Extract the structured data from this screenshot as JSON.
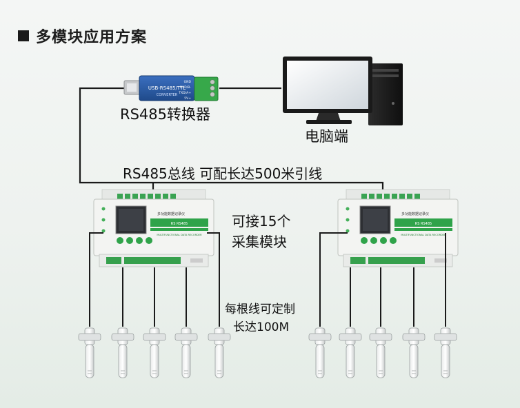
{
  "title": "多模块应用方案",
  "converter": {
    "caption": "RS485转换器",
    "device_text": "USB-RS485/TTL",
    "device_sub": "CONVERTER",
    "pins": [
      "GND",
      "RXD/B-",
      "TXD/A+",
      "5V+"
    ]
  },
  "computer": {
    "caption": "电脑端"
  },
  "bus_label": "RS485总线 可配长达500米引线",
  "modules_note": [
    "可接15个",
    "采集模块"
  ],
  "cable_note": [
    "每根线可定制",
    "长达100M"
  ],
  "recorder": {
    "name": "多功能数据记录仪",
    "name_en": "MULTIFUNCTIONAL DATA RECORDER",
    "brand": "RS RS485"
  },
  "colors": {
    "line": "#1a1a1a",
    "device_green": "#2fa34a",
    "device_white": "#f3f4f2",
    "converter_blue": "#2a5da8"
  }
}
